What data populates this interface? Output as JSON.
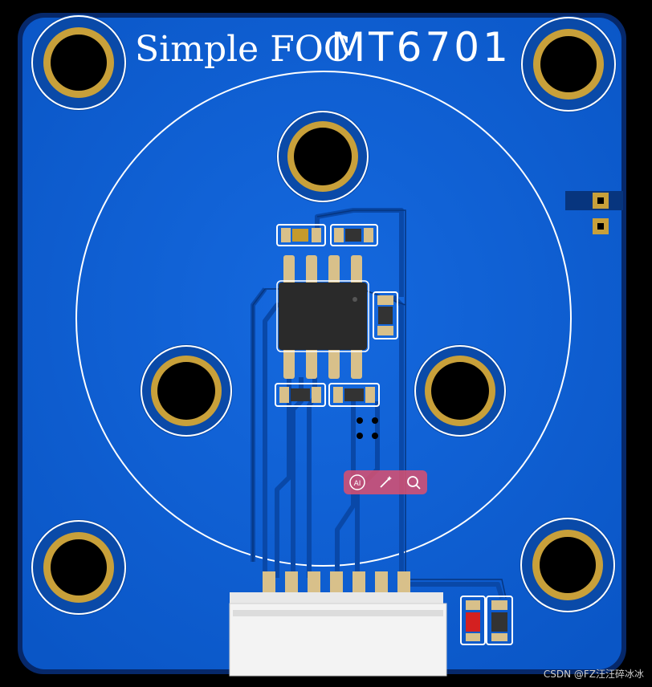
{
  "board": {
    "label_left": "Simple FOC",
    "label_right": "MT6701",
    "colors": {
      "board_blue": "#0a57c4",
      "board_dark": "#07326f",
      "trace_blue": "#0a4fb8",
      "copper_gold": "#c8a03a",
      "silk_white": "#ffffff",
      "chip_black": "#2a2a2a"
    }
  },
  "toolbar": {
    "buttons": [
      {
        "name": "ai-button",
        "icon": "ai-icon",
        "glyph": "AI"
      },
      {
        "name": "magic-edit-button",
        "icon": "magic-wand-icon",
        "glyph": "✨"
      },
      {
        "name": "zoom-button",
        "icon": "magnifier-icon",
        "glyph": "⌕"
      }
    ]
  },
  "watermark": "CSDN @FZ汪汪碎冰冰"
}
